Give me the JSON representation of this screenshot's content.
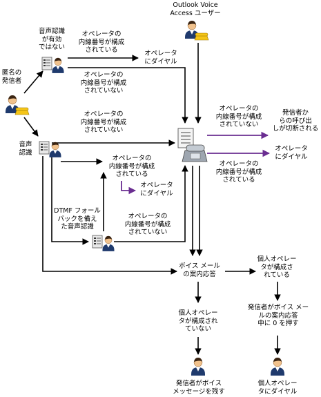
{
  "colors": {
    "black_arrow": "#000000",
    "purple_arrow": "#6a2d91",
    "person_body": "#1f3a6d",
    "person_head": "#f1c28d",
    "phone": "#f5c518",
    "menu": "#e8e8e8"
  },
  "nodes": {
    "outlook_user": "Outlook Voice\nAccess ユーザー",
    "anonymous_caller": "匿名の\n発信者",
    "speech_disabled": "音声認識\nが有効\nではない",
    "speech_recognition": "音声\n認識",
    "dtmf_fallback": "DTMF フォール\nバックを備え\nた音声認識",
    "voicemail_greeting": "ボイス メール\nの案内応答",
    "personal_operator_configured": "個人オペレー\nタが構成さ\nれている",
    "personal_operator_not_configured": "個人オペレー\nタが構成され\nていない",
    "caller_presses_zero": "発信者がボイス メー\nルの案内応答\n中に 0 を押す",
    "leave_message": "発信者がボイス\nメッセージを残す",
    "dial_personal_operator": "個人オペレー\nタにダイヤル",
    "caller_disconnected": "発信者か\nらの呼び出\nしが切断される"
  },
  "edge_labels": {
    "op_configured_top": "オペレータの\n内線番号が構成\nされている",
    "dial_operator_top": "オペレータ\nにダイヤル",
    "op_not_configured_top": "オペレータの\n内線番号が構成\nされていない",
    "op_not_configured_mid": "オペレータの\n内線番号が構成\nされていない",
    "op_configured_speech": "オペレータの\n内線番号が構成\nされている",
    "dial_operator_speech": "オペレータ\nにダイヤル",
    "op_not_configured_dtmf": "オペレータの\n内線番号が構成\nされていない",
    "op_not_configured_right": "オペレータの\n内線番号が構成\nされていない",
    "op_configured_right": "オペレータの\n内線番号が構成\nされている",
    "dial_operator_right": "オペレータ\nにダイヤル"
  }
}
